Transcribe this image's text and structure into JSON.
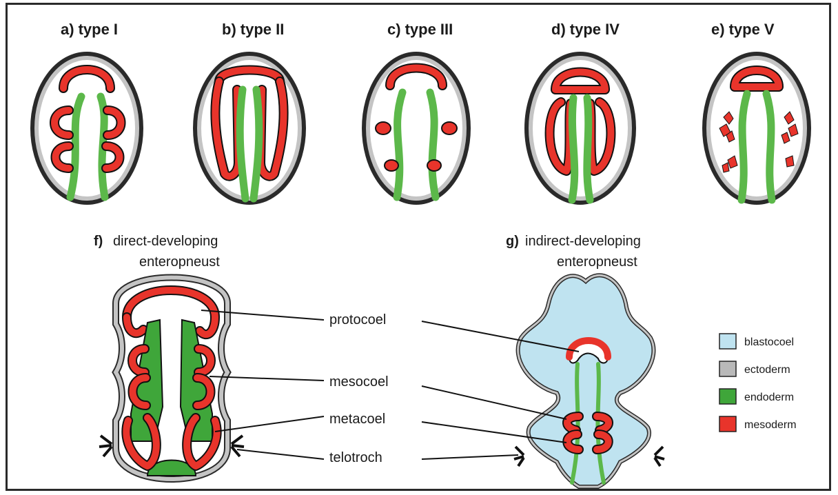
{
  "panels": {
    "a": {
      "letter": "a)",
      "name": "type I"
    },
    "b": {
      "letter": "b)",
      "name": "type II"
    },
    "c": {
      "letter": "c)",
      "name": "type III"
    },
    "d": {
      "letter": "d)",
      "name": "type IV"
    },
    "e": {
      "letter": "e)",
      "name": "type V"
    },
    "f": {
      "letter": "f)",
      "line1": "direct-developing",
      "line2": "enteropneust"
    },
    "g": {
      "letter": "g)",
      "line1": "indirect-developing",
      "line2": "enteropneust"
    }
  },
  "structures": {
    "protocoel": "protocoel",
    "mesocoel": "mesocoel",
    "metacoel": "metacoel",
    "telotroch": "telotroch"
  },
  "legend": [
    {
      "label": "blastocoel",
      "color": "#bfe3f0"
    },
    {
      "label": "ectoderm",
      "color": "#b9b9b9"
    },
    {
      "label": "endoderm",
      "color": "#3fa63a"
    },
    {
      "label": "mesoderm",
      "color": "#e8342b"
    }
  ],
  "colors": {
    "blastocoel": "#bfe3f0",
    "ectoderm": "#b9b9b9",
    "endoderm": "#5cb84a",
    "mesoderm": "#e8342b"
  }
}
